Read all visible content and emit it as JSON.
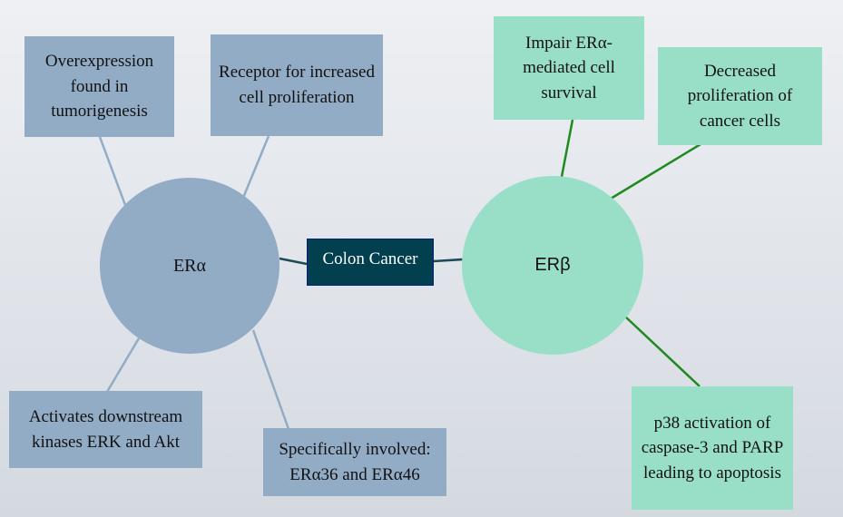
{
  "colors": {
    "blue_node": "#93acc6",
    "green_node": "#99dfc8",
    "center_fill": "#02404f",
    "center_text": "#ffffff",
    "blue_line": "#93acc6",
    "green_line": "#1f8a1f",
    "center_line": "#1e4a58"
  },
  "center": {
    "label": "Colon Cancer"
  },
  "left_hub": {
    "label": "ERα",
    "satellites": [
      {
        "text": "Overexpression found in tumorigenesis"
      },
      {
        "text": "Receptor for increased cell proliferation"
      },
      {
        "text": "Activates downstream kinases ERK and Akt"
      },
      {
        "text": "Specifically involved: ERα36 and ERα46"
      }
    ]
  },
  "right_hub": {
    "label": "ERβ",
    "satellites": [
      {
        "text": "Impair ERα-mediated cell survival"
      },
      {
        "text": "Decreased proliferation of cancer cells"
      },
      {
        "text": "p38 activation of caspase-3 and PARP leading to apoptosis"
      }
    ]
  }
}
